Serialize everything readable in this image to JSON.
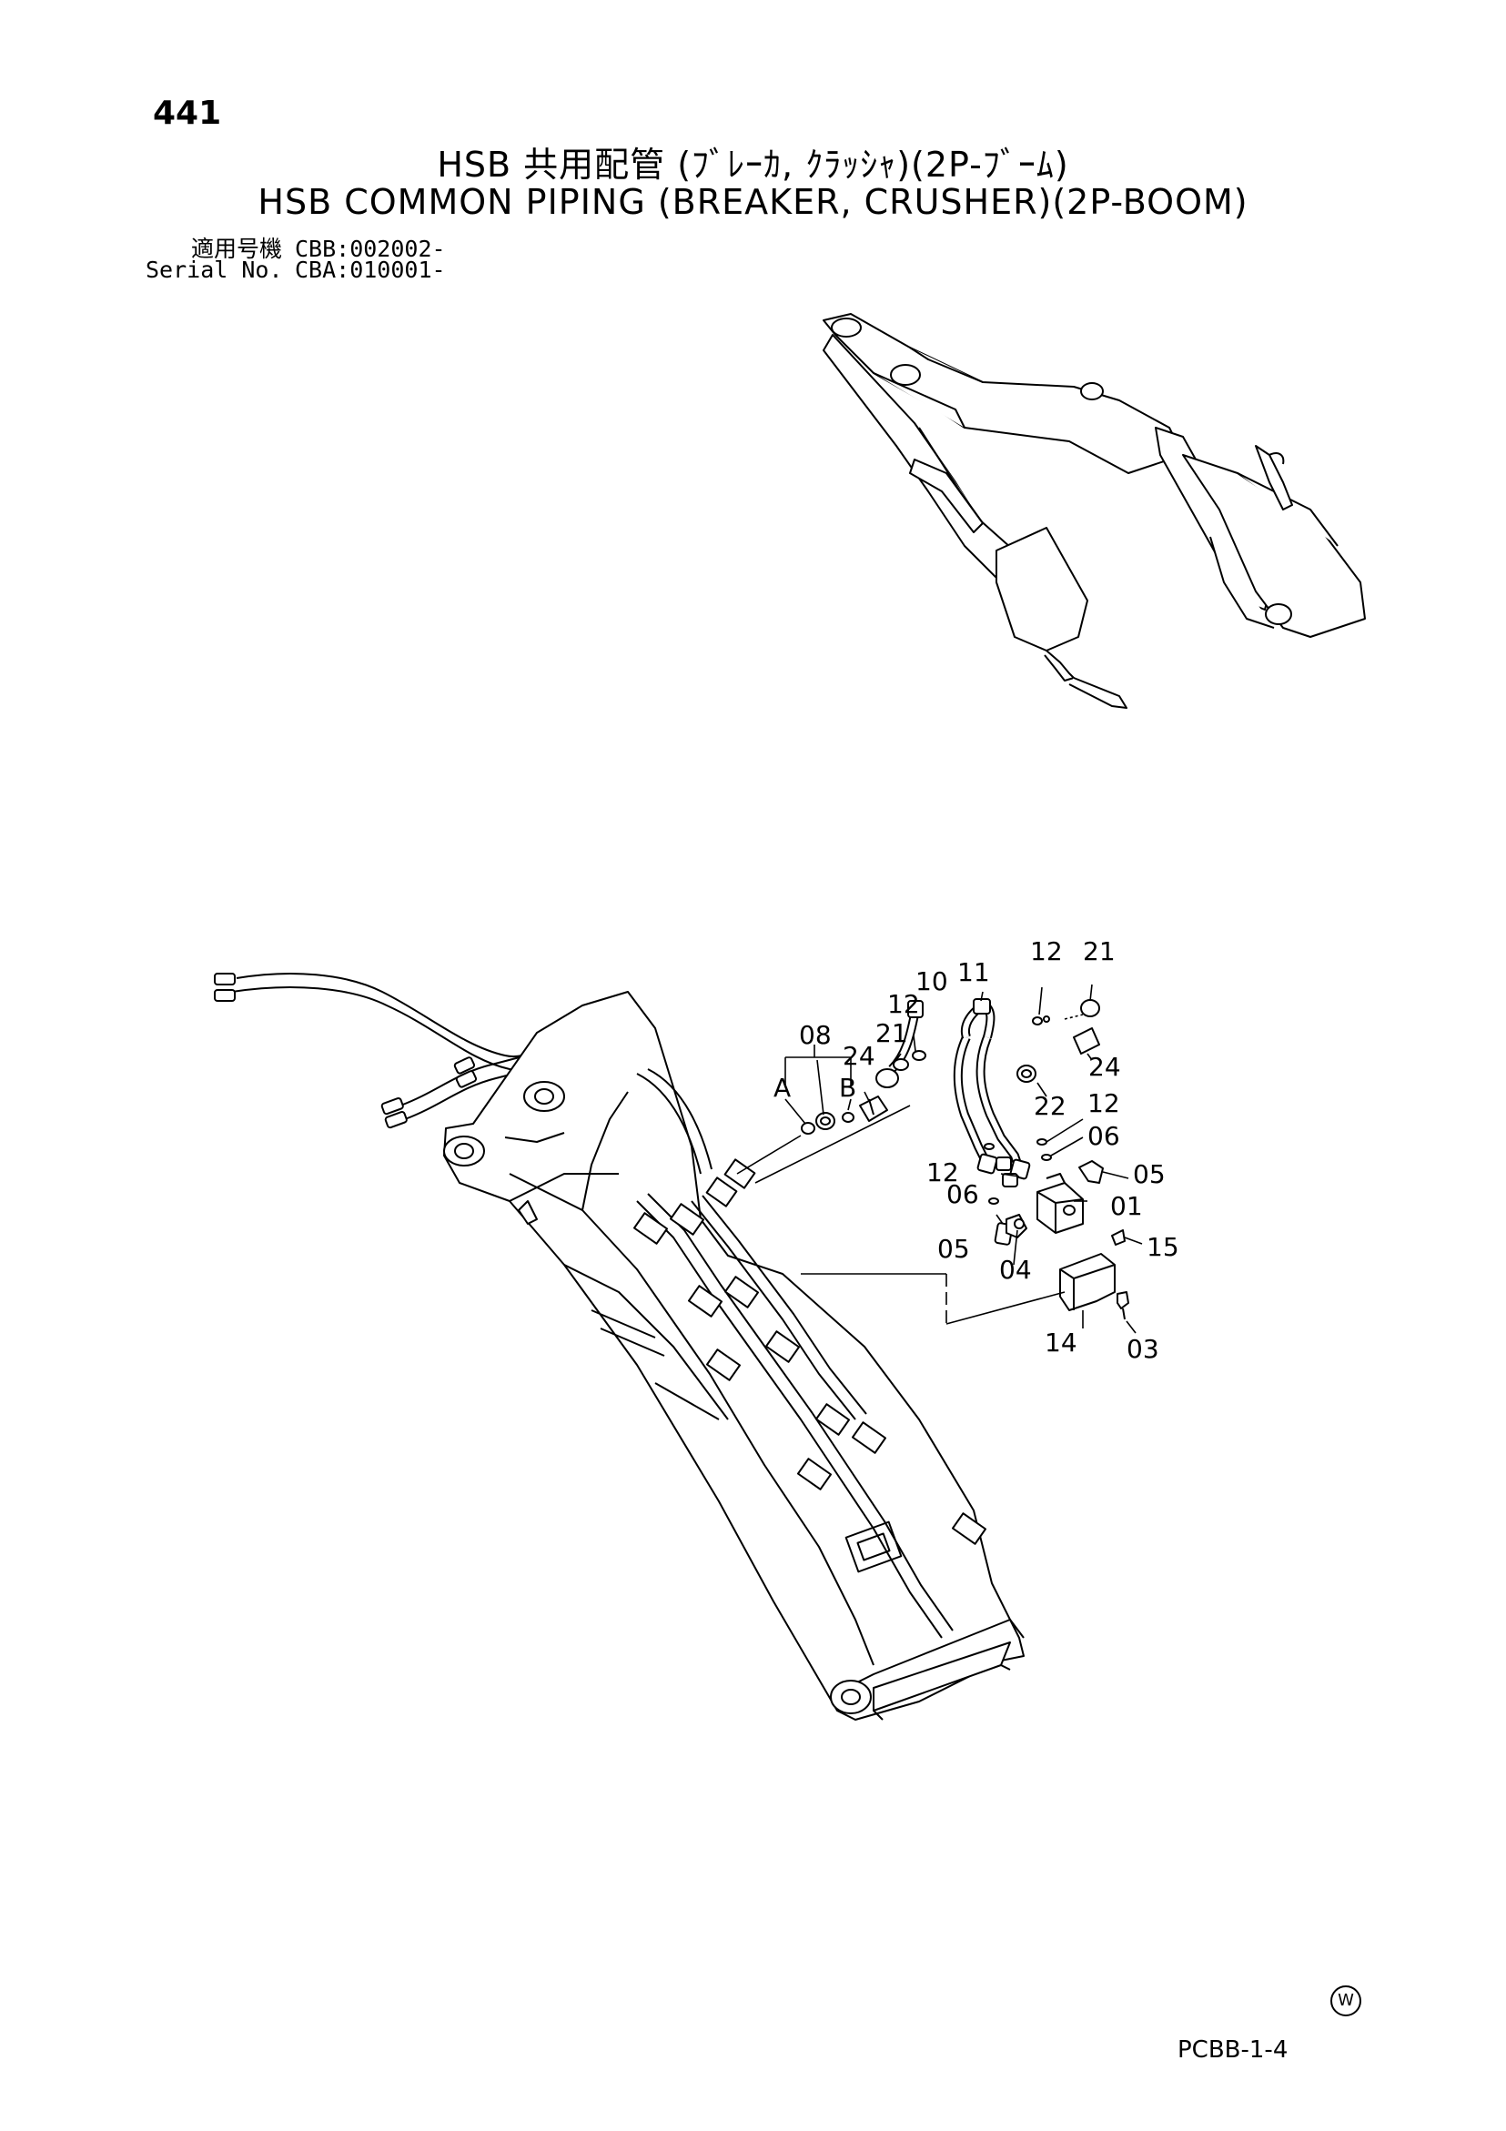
{
  "page_number": "441",
  "title_jp": "HSB 共用配管 (ﾌﾞﾚｰｶ, ｸﾗｯｼｬ)(2P-ﾌﾞｰﾑ)",
  "title_en": "HSB COMMON PIPING (BREAKER, CRUSHER)(2P-BOOM)",
  "serial_rows": [
    {
      "label": "適用号機",
      "value": "CBB:002002-"
    },
    {
      "label": "Serial No.",
      "value": "CBA:010001-"
    }
  ],
  "callouts": [
    "12",
    "21",
    "11",
    "10",
    "12",
    "21",
    "08",
    "24",
    "A",
    "B",
    "24",
    "22",
    "12",
    "06",
    "12",
    "06",
    "05",
    "01",
    "05",
    "04",
    "15",
    "14",
    "03"
  ],
  "footer_code": "PCBB-1-4",
  "mark": "W"
}
